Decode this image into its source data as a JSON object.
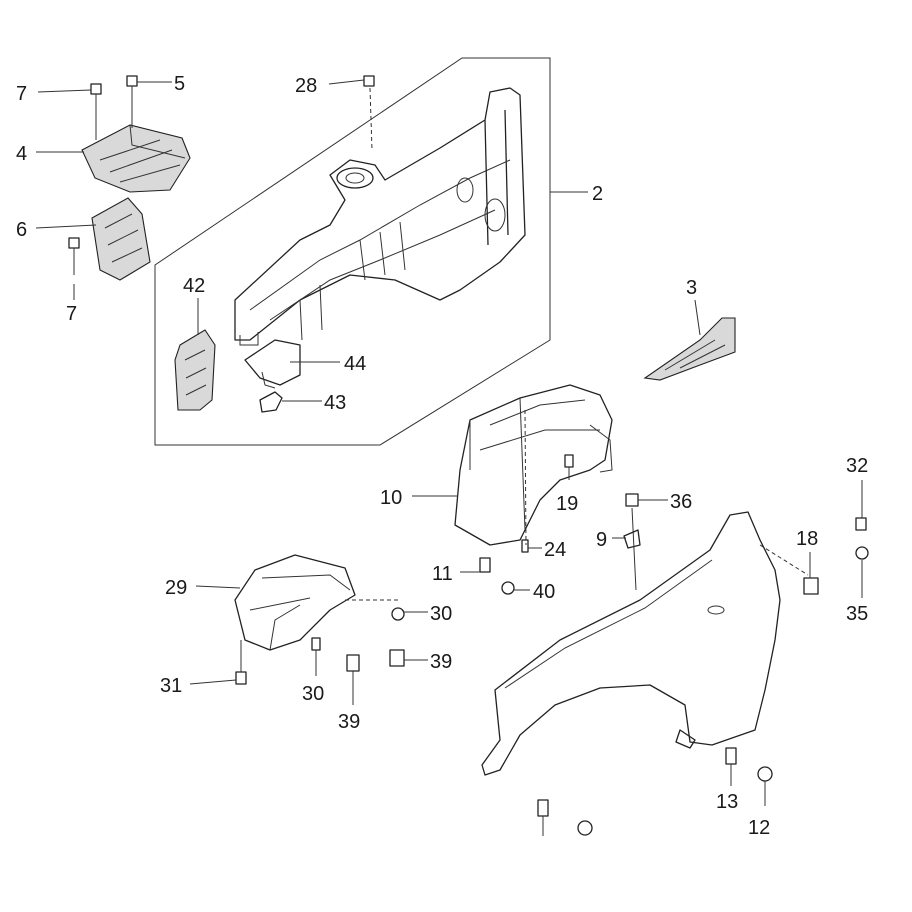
{
  "callouts": {
    "c7a": "7",
    "c5": "5",
    "c28": "28",
    "c4": "4",
    "c2": "2",
    "c6": "6",
    "c7b": "7",
    "c42": "42",
    "c3": "3",
    "c44": "44",
    "c43": "43",
    "c32": "32",
    "c10": "10",
    "c19": "19",
    "c36": "36",
    "c18": "18",
    "c9": "9",
    "c24": "24",
    "c29": "29",
    "c11": "11",
    "c40": "40",
    "c35": "35",
    "c30a": "30",
    "c39a": "39",
    "c31": "31",
    "c30b": "30",
    "c39b": "39",
    "c13": "13",
    "c12": "12"
  },
  "colors": {
    "line": "#222222",
    "shade": "#d9d9d9",
    "background": "#ffffff"
  }
}
